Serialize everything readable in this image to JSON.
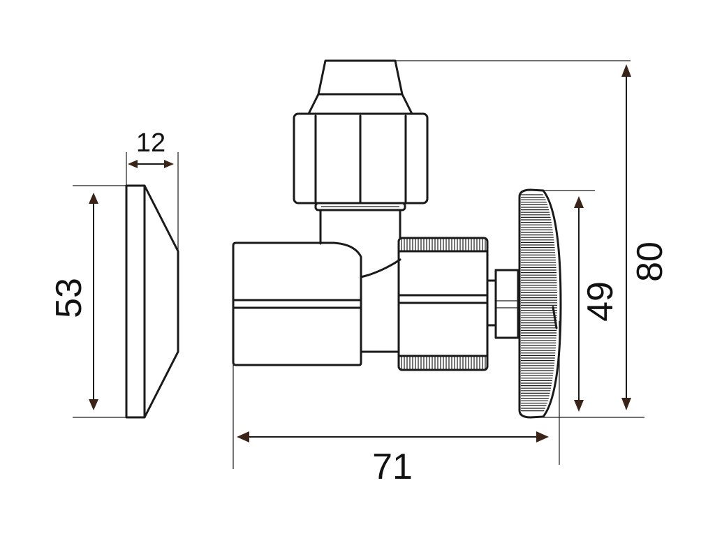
{
  "dimensions": {
    "cap_thickness": "12",
    "cap_diameter": "53",
    "overall_length": "71",
    "handle_diameter": "49",
    "overall_height": "80"
  },
  "colors": {
    "line": "#1a1a1a",
    "arrowhead": "#3a2418",
    "background": "#ffffff"
  }
}
